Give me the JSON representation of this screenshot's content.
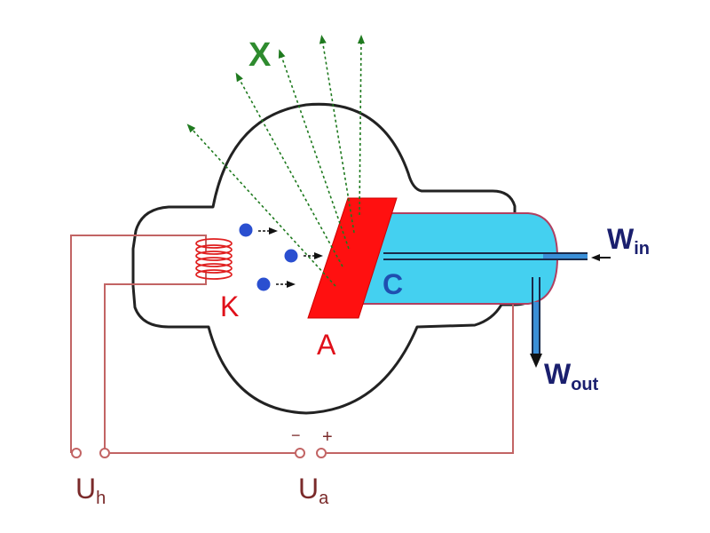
{
  "labels": {
    "x_rays": "X",
    "cathode": "K",
    "anode": "A",
    "coolant_channel": "C",
    "water_in_main": "W",
    "water_in_sub": "in",
    "water_out_main": "W",
    "water_out_sub": "out",
    "heater_voltage_main": "U",
    "heater_voltage_sub": "h",
    "anode_voltage_main": "U",
    "anode_voltage_sub": "a",
    "minus_sign": "−",
    "plus_sign": "+"
  },
  "colors": {
    "tube_outline": "#222222",
    "circuit_wire": "#c26464",
    "xray_arrows": "#1f7a1f",
    "label_green": "#2e8b2e",
    "label_red": "#e0101a",
    "label_blue": "#1f4fb0",
    "label_navy": "#1a1f6e",
    "label_maroon": "#7a2a2a",
    "anode": "#ff1010",
    "coolant": "#44d0f0",
    "electron": "#2a4fd0"
  }
}
